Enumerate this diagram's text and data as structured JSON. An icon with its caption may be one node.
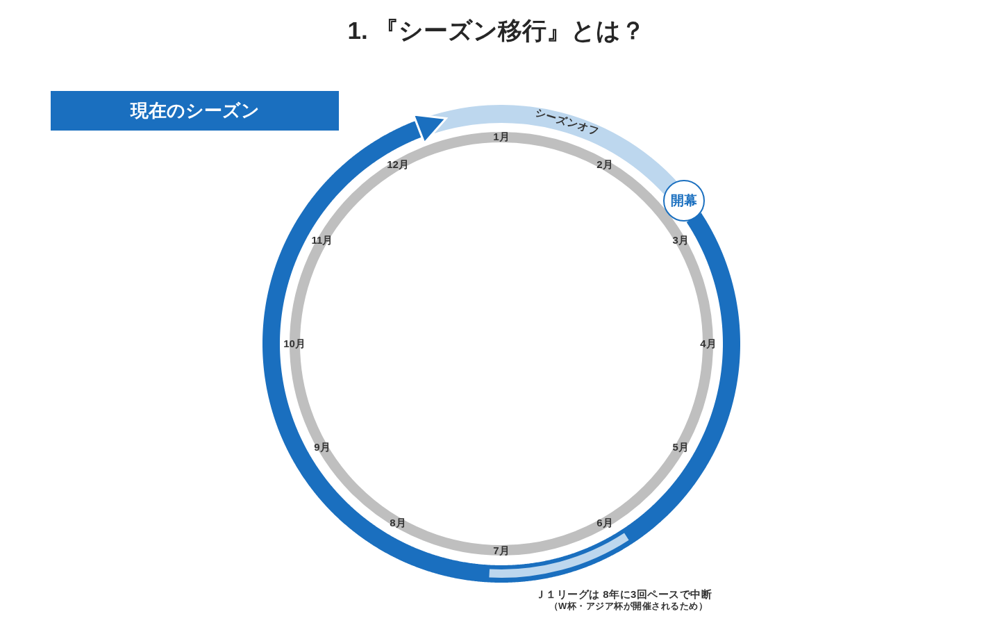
{
  "diagram": {
    "title": "1. 『シーズン移行』とは？",
    "nodes": [
      {
        "text": [
          "現在のシーズン"
        ]
      },
      {
        "text": [
          "シーズンオフ"
        ]
      },
      {
        "text": [
          "開幕"
        ]
      }
    ],
    "edges": [
      {
        "from": 2,
        "to": 1,
        "arrow": "to"
      }
    ],
    "labels": [
      "1月",
      "2月",
      "3月",
      "4月",
      "5月",
      "6月",
      "7月",
      "8月",
      "9月",
      "10月",
      "11月",
      "12月",
      "Ｊ１リーグは 8年に3回ペースで中断",
      "（W杯・アジア杯が開催されるため）"
    ]
  }
}
